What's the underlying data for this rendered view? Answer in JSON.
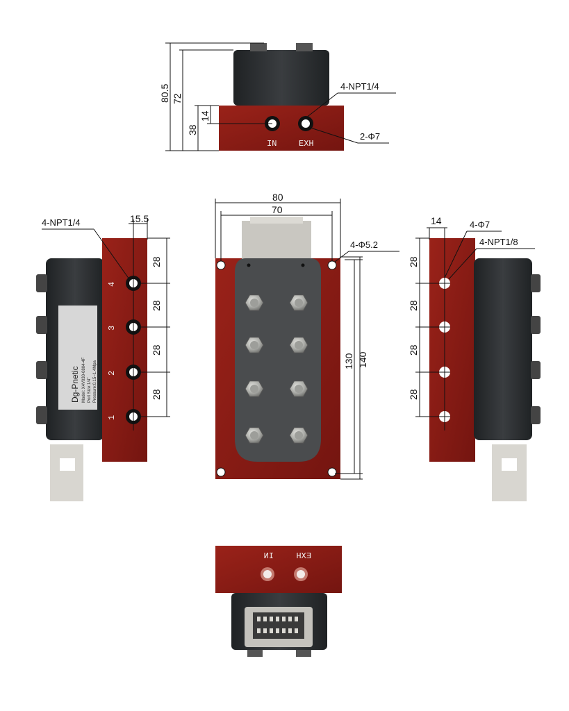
{
  "top_view": {
    "dims": {
      "total_height": "80.5",
      "body_height": "72",
      "port_height": "38",
      "port_offset": "14"
    },
    "callouts": {
      "ports": "4-NPT1/4",
      "holes": "2-Φ7"
    },
    "ports": {
      "in": "IN",
      "exh": "EXH"
    }
  },
  "left_view": {
    "callout": "4-NPT1/4",
    "offset": "15.5",
    "pitches": [
      "28",
      "28",
      "28",
      "28"
    ],
    "station_numbers": [
      "4",
      "3",
      "2",
      "1"
    ],
    "label": {
      "brand": "Dg-Pnetic",
      "model": "Model: X4V030-0804-4F",
      "port_size": "Port Size:1/4\"",
      "pressure": "Pressure:0.15~1.4Mpa"
    }
  },
  "front_view": {
    "width_outer": "80",
    "width_inner": "70",
    "height_inner": "130",
    "height_outer": "140",
    "callout": "4-Φ5.2"
  },
  "right_view": {
    "offset": "14",
    "callout_holes": "4-Φ7",
    "callout_ports": "4-NPT1/8",
    "pitches": [
      "28",
      "28",
      "28",
      "28"
    ]
  },
  "bottom_view": {
    "ports": {
      "in": "IN",
      "exh": "EXH"
    }
  },
  "colors": {
    "manifold_red": "#8a1a14",
    "body_dark": "#2c2f31",
    "cover_gray": "#4a4c4e",
    "hex_nut": "#b8b8b4"
  }
}
